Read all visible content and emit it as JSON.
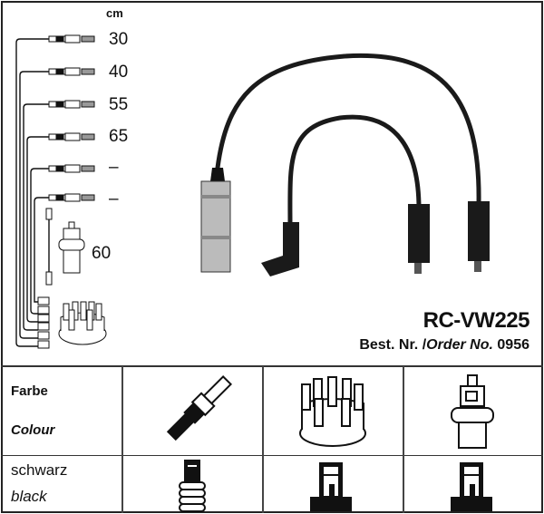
{
  "diagram": {
    "unit": "cm",
    "lengths": [
      "30",
      "40",
      "55",
      "65",
      "–",
      "–"
    ],
    "coil_length": "60"
  },
  "product": {
    "model": "RC-VW225",
    "order_prefix_de": "Best. Nr.",
    "order_separator": "/",
    "order_prefix_en": "Order No.",
    "order_number": "0956"
  },
  "table": {
    "header_de": "Farbe",
    "header_en": "Colour",
    "color_de": "schwarz",
    "color_en": "black"
  }
}
